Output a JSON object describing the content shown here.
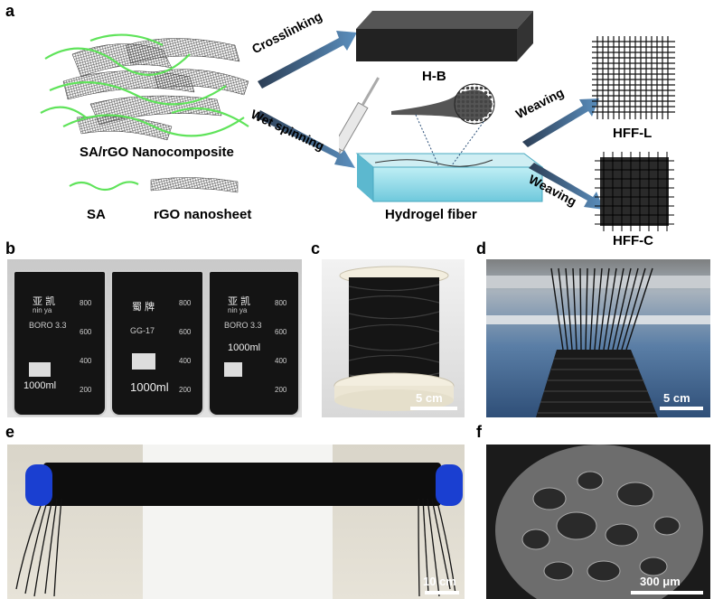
{
  "figure": {
    "panels": {
      "a": {
        "letter": "a",
        "arrow_crosslinking": "Crosslinking",
        "arrow_wet_spinning": "Wet spinning",
        "block_label": "H-B",
        "composite_label": "SA/rGO Nanocomposite",
        "legend_sa": "SA",
        "legend_rgo": "rGO nanosheet",
        "bath_label": "Hydrogel fiber",
        "weaving_top": "Weaving",
        "weaving_bottom": "Weaving",
        "hff_l": "HFF-L",
        "hff_c": "HFF-C"
      },
      "b": {
        "letter": "b",
        "beaker1": {
          "brand": "亚 凯",
          "brand2": "nin ya",
          "boro": "BORO 3.3",
          "cap": "1000ml",
          "ticks": [
            "800",
            "600",
            "400",
            "200"
          ]
        },
        "beaker2": {
          "brand": "蜀 牌",
          "brand2": "GG-17",
          "cap": "1000ml",
          "ticks": [
            "800",
            "600",
            "400",
            "200"
          ]
        },
        "beaker3": {
          "brand": "亚 凯",
          "brand2": "nin ya",
          "boro": "BORO 3.3",
          "cap": "1000ml",
          "ticks": [
            "800",
            "600",
            "400",
            "200"
          ]
        }
      },
      "c": {
        "letter": "c",
        "scale": "5 cm"
      },
      "d": {
        "letter": "d",
        "scale": "5 cm"
      },
      "e": {
        "letter": "e",
        "scale": "10 cm"
      },
      "f": {
        "letter": "f",
        "scale": "300 μm"
      }
    }
  }
}
